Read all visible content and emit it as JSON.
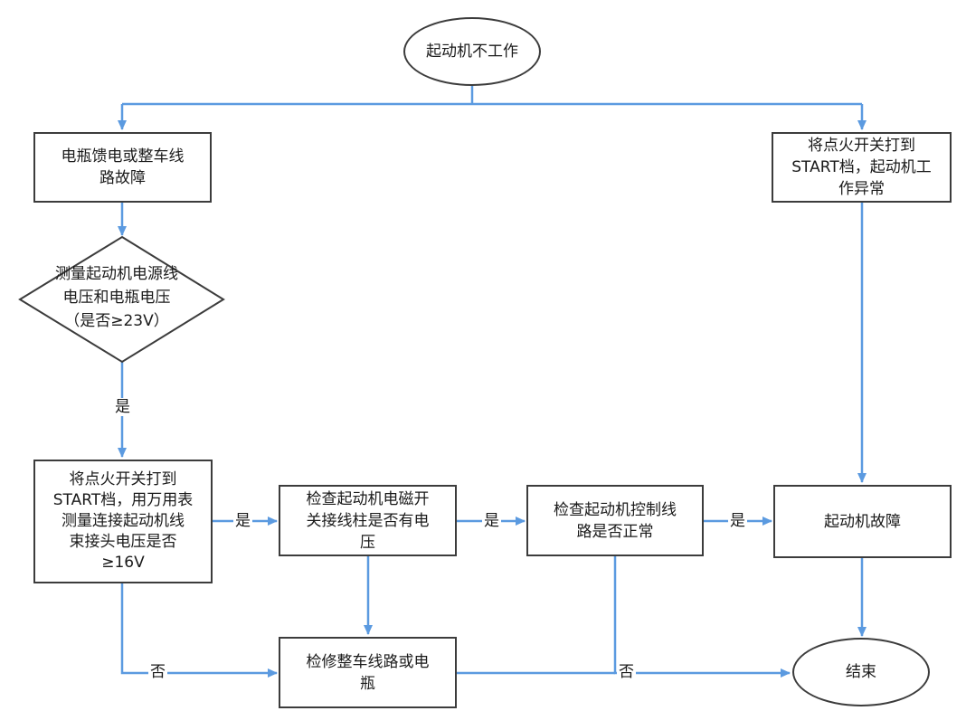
{
  "diagram": {
    "line_color": "#5b9ae0",
    "border_color": "#3c3c3c",
    "nodes": {
      "start": "起动机不工作",
      "battery_fault": "电瓶馈电或整车线\n路故障",
      "ignition_abnormal": "将点火开关打到\nSTART档，起动机工\n作异常",
      "measure_voltage": "测量起动机电源线\n电压和电瓶电压\n（是否≥23V）",
      "check_harness": "将点火开关打到\nSTART档，用万用表\n测量连接起动机线\n束接头电压是否\n≥16V",
      "check_solenoid": "检查起动机电磁开\n关接线柱是否有电\n压",
      "check_control": "检查起动机控制线\n路是否正常",
      "starter_fault": "起动机故障",
      "repair": "检修整车线路或电\n瓶",
      "end": "结束"
    },
    "labels": {
      "yes_1": "是",
      "yes_2": "是",
      "yes_3": "是",
      "yes_4": "是",
      "no_1": "否",
      "no_2": "否"
    }
  }
}
